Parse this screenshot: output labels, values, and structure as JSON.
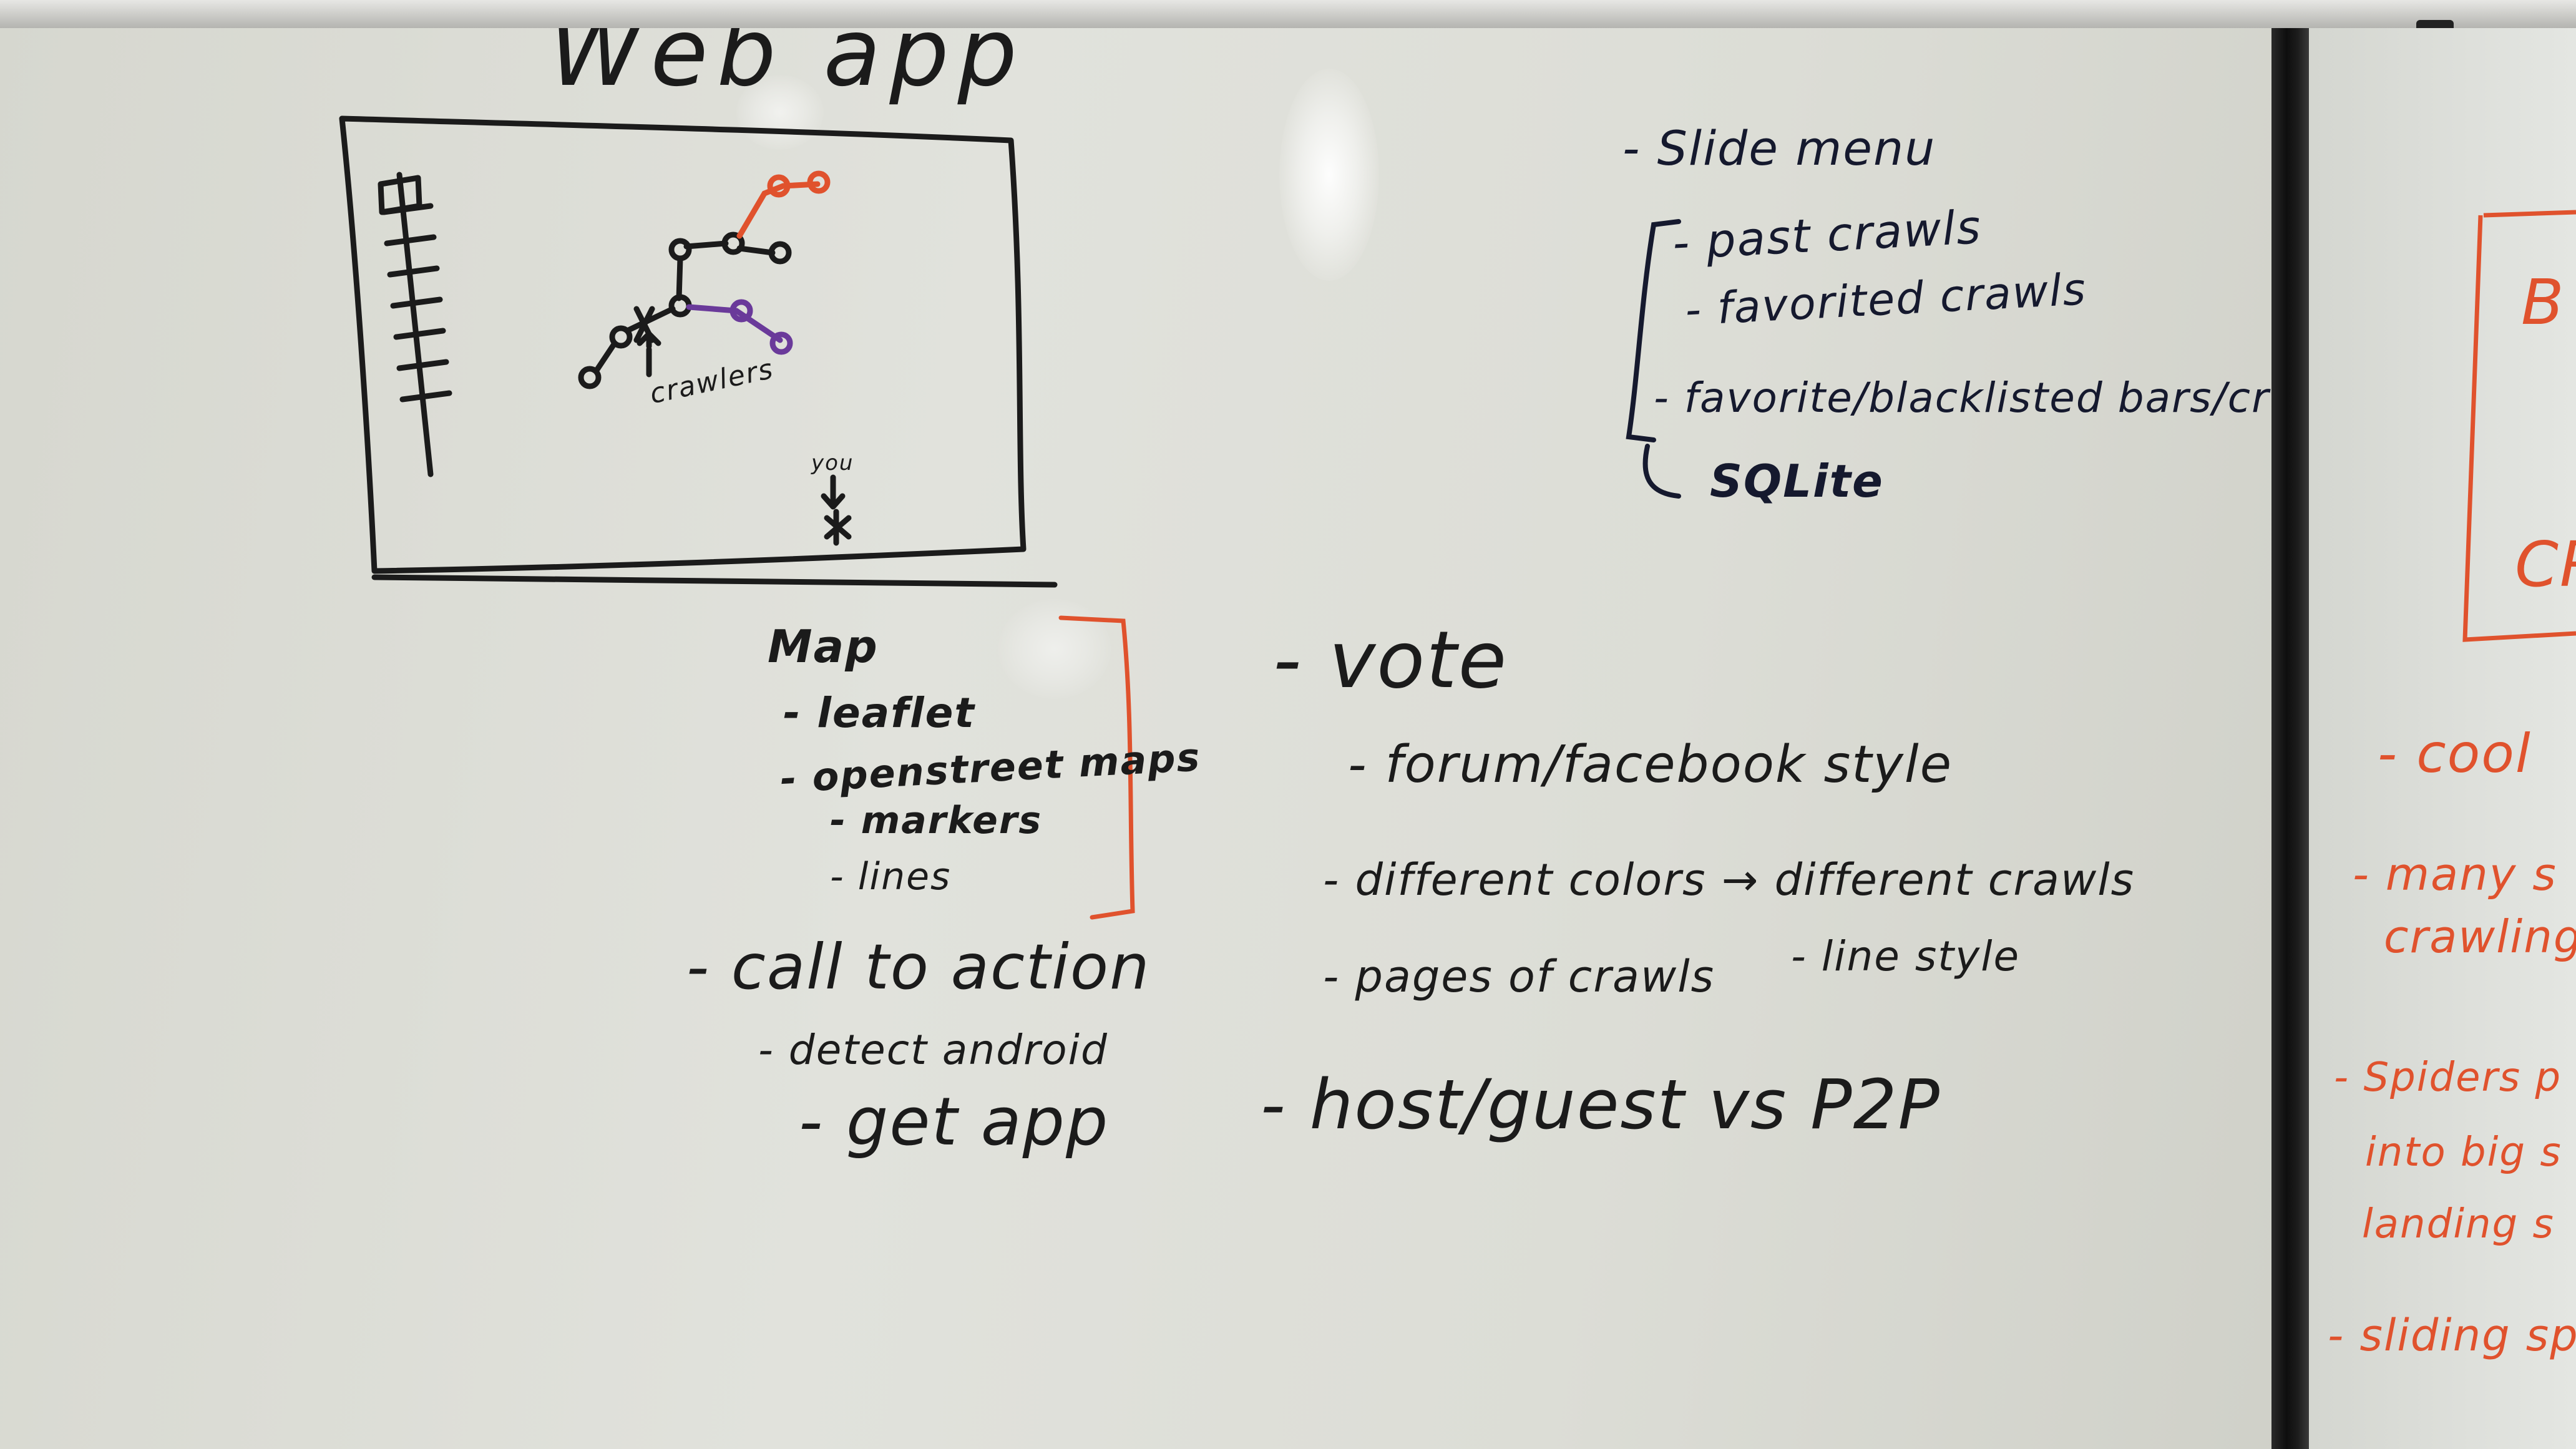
{
  "title": "Web app",
  "wireframe": {
    "crawlers_label": "crawlers",
    "you_label": "you"
  },
  "notes_right": {
    "slide_menu": "- Slide menu",
    "past_crawls": "- past crawls",
    "favorited_crawls": "- favorited crawls",
    "favorite_blacklisted": "- favorite/blacklisted bars/crawls",
    "sqlite": "SQLite"
  },
  "map_section": {
    "heading": "Map",
    "leaflet": "- leaflet",
    "openstreetmaps": "- openstreet maps",
    "markers": "- markers",
    "lines": "- lines"
  },
  "call_to_action": {
    "heading": "- call to action",
    "detect_android": "- detect android",
    "get_app": "- get app"
  },
  "vote_section": {
    "heading": "- vote",
    "forum_style": "- forum/facebook style",
    "different_colors": "- different colors → different crawls",
    "pages_of_crawls": "- pages of crawls",
    "line_style": "- line style",
    "host_guest": "- host/guest vs P2P"
  },
  "right_panel": {
    "box_letter_b": "B",
    "box_letters_cr": "CR",
    "cool": "- cool",
    "many_line1": "- many s",
    "many_line2": "crawling",
    "spiders_line1": "- Spiders p",
    "spiders_line2": "into big s",
    "spiders_line3": "landing s",
    "sliding": "- sliding sp"
  },
  "colors": {
    "ink_black": "#1b1b1b",
    "ink_blue": "#15192e",
    "ink_orange": "#e0522d",
    "ink_purple": "#6a3a9a",
    "board": "#dcddd6"
  }
}
